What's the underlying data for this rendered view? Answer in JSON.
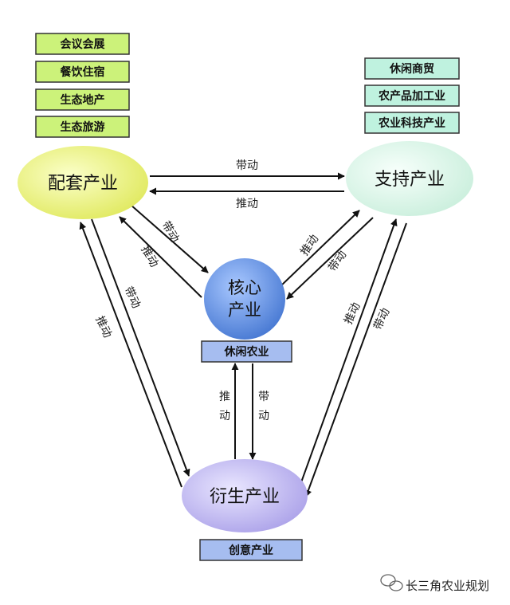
{
  "colors": {
    "left_boxes": "#ccf27a",
    "right_boxes": "#bff2df",
    "blue_boxes": "#a6bdf0",
    "node_peitao": "#eef27a",
    "node_zhichi": "#dcf6ea",
    "node_core": "#4f86dd",
    "node_yansheng": "#c6c0f4",
    "arrow": "#111111"
  },
  "boxes": {
    "peitao_items": [
      "会议会展",
      "餐饮住宿",
      "生态地产",
      "生态旅游"
    ],
    "zhichi_items": [
      "休闲商贸",
      "农产品加工业",
      "农业科技产业"
    ],
    "core_caption": "休闲农业",
    "yansheng_caption": "创意产业"
  },
  "nodes": {
    "peitao": "配套产业",
    "zhichi": "支持产业",
    "core_line1": "核心",
    "core_line2": "产业",
    "yansheng": "衍生产业"
  },
  "relations": {
    "drive": "带动",
    "push": "推动"
  },
  "brand": {
    "name": "长三角农业规划",
    "icon": "wechat-logo-icon"
  }
}
